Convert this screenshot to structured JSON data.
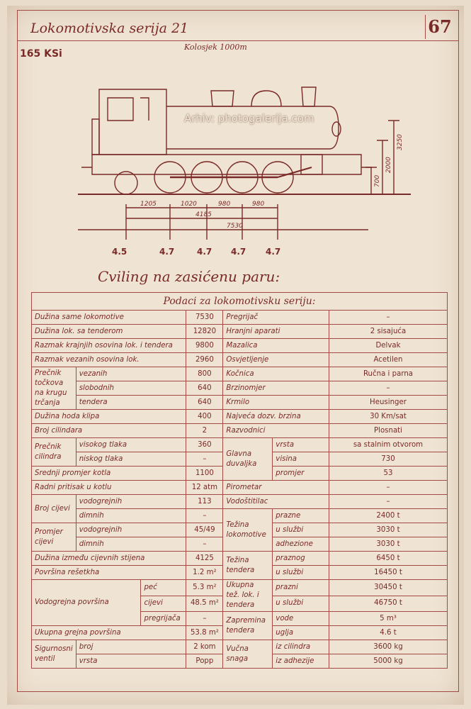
{
  "header": {
    "title": "Lokomotivska serija 21",
    "page_number": "67"
  },
  "series_code": "165 KSi",
  "track_note": "Kolosjek 1000m",
  "watermark": "Arhiv: photogalerija.com",
  "diagram": {
    "dimensions": {
      "wheelbase_1": "1205",
      "wheelbase_2": "1020",
      "wheelbase_3": "980",
      "wheelbase_4": "980",
      "coupled_base": "4185",
      "total_length": "7530",
      "height_total": "3250",
      "height_boiler": "2000",
      "height_buffer": "700"
    },
    "axle_loads": [
      "4.5",
      "4.7",
      "4.7",
      "4.7",
      "4.7"
    ]
  },
  "section_title": "Cviling na zasićenu paru:",
  "table": {
    "title": "Podaci za lokomotivsku seriju:",
    "left": {
      "r1": {
        "label": "Dužina same lokomotive",
        "value": "7530"
      },
      "r2": {
        "label": "Dužina lok. sa tenderom",
        "value": "12820"
      },
      "r3": {
        "label": "Razmak krajnjih osovina lok. i tendera",
        "value": "9800"
      },
      "r4": {
        "label": "Razmak vezanih osovina lok.",
        "value": "2960"
      },
      "wheel_group": "Prečnik točkova na krugu trčanja",
      "wheel_vezanih": {
        "label": "vezanih",
        "value": "800"
      },
      "wheel_slobodnih": {
        "label": "slobodnih",
        "value": "640"
      },
      "wheel_tendera": {
        "label": "tendera",
        "value": "640"
      },
      "stroke": {
        "label": "Dužina hoda klipa",
        "value": "400"
      },
      "cyl_count": {
        "label": "Broj cilindara",
        "value": "2"
      },
      "cyl_group": "Prečnik cilindra",
      "cyl_high": {
        "label": "visokog tlaka",
        "value": "360"
      },
      "cyl_low": {
        "label": "niskog tlaka",
        "value": "–"
      },
      "boiler_diam": {
        "label": "Srednji promjer kotla",
        "value": "1100"
      },
      "pressure": {
        "label": "Radni pritisak u kotlu",
        "value": "12 atm"
      },
      "tubes_count_group": "Broj cijevi",
      "tubes_count_vodo": {
        "label": "vodogrejnih",
        "value": "113"
      },
      "tubes_count_dim": {
        "label": "dimnih",
        "value": "–"
      },
      "tubes_diam_group": "Promjer cijevi",
      "tubes_diam_vodo": {
        "label": "vodogrejnih",
        "value": "45/49"
      },
      "tubes_diam_dim": {
        "label": "dimnih",
        "value": "–"
      },
      "tube_length": {
        "label": "Dužina između cijevnih stijena",
        "value": "4125"
      },
      "grate": {
        "label": "Površina rešetkha",
        "value": "1.2 m²"
      },
      "heating_group": "Vodogrejna površina",
      "heating_pec": {
        "label": "peć",
        "value": "5.3 m²"
      },
      "heating_cijevi": {
        "label": "cijevi",
        "value": "48.5 m²"
      },
      "heating_pregrij": {
        "label": "pregrijača",
        "value": "–"
      },
      "total_heating": {
        "label": "Ukupna grejna površina",
        "value": "53.8 m²"
      },
      "valve_group": "Sigurnosni ventil",
      "valve_broj": {
        "label": "broj",
        "value": "2 kom"
      },
      "valve_vrsta": {
        "label": "vrsta",
        "value": "Popp"
      }
    },
    "right": {
      "r1": {
        "label": "Pregrijač",
        "value": "–"
      },
      "r2": {
        "label": "Hranjni aparati",
        "value": "2 sisajuća"
      },
      "r3": {
        "label": "Mazalica",
        "value": "Delvak"
      },
      "r4": {
        "label": "Osvjetljenje",
        "value": "Acetilen"
      },
      "r5": {
        "label": "Kočnica",
        "value": "Ručna i parna"
      },
      "r6": {
        "label": "Brzinomjer",
        "value": "–"
      },
      "r7": {
        "label": "Krmilo",
        "value": "Heusinger"
      },
      "r8": {
        "label": "Najveća dozv. brzina",
        "value": "30 Km/sat"
      },
      "r9": {
        "label": "Razvodnici",
        "value": "Plosnati"
      },
      "dome_group": "Glavna duvaljka",
      "dome_vrsta": {
        "label": "vrsta",
        "value": "sa stalnim otvorom"
      },
      "dome_visina": {
        "label": "visina",
        "value": "730"
      },
      "dome_promjer": {
        "label": "promjer",
        "value": "53"
      },
      "pyrometer": {
        "label": "Pirometar",
        "value": "–"
      },
      "water_meter": {
        "label": "Vodoštitilac",
        "value": "–"
      },
      "weight_group": "Težina lokomotive",
      "weight_prazne": {
        "label": "prazne",
        "value": "2400 t"
      },
      "weight_sluzbi": {
        "label": "u službi",
        "value": "3030 t"
      },
      "weight_adhezione": {
        "label": "adhezione",
        "value": "3030 t"
      },
      "tender_group": "Težina tendera",
      "tender_praznog": {
        "label": "praznog",
        "value": "6450 t"
      },
      "tender_sluzbi": {
        "label": "u službi",
        "value": "16450 t"
      },
      "total_group": "Ukupna tež. lok. i tendera",
      "total_prazni": {
        "label": "prazni",
        "value": "30450 t"
      },
      "total_sluzbi": {
        "label": "u službi",
        "value": "46750 t"
      },
      "capacity_group": "Zapremina tendera",
      "capacity_vode": {
        "label": "vode",
        "value": "5 m³"
      },
      "capacity_uglja": {
        "label": "uglja",
        "value": "4.6 t"
      },
      "traction_group": "Vučna snaga",
      "traction_cil": {
        "label": "iz cilindra",
        "value": "3600 kg"
      },
      "traction_adh": {
        "label": "iz adhezije",
        "value": "5000 kg"
      }
    }
  }
}
